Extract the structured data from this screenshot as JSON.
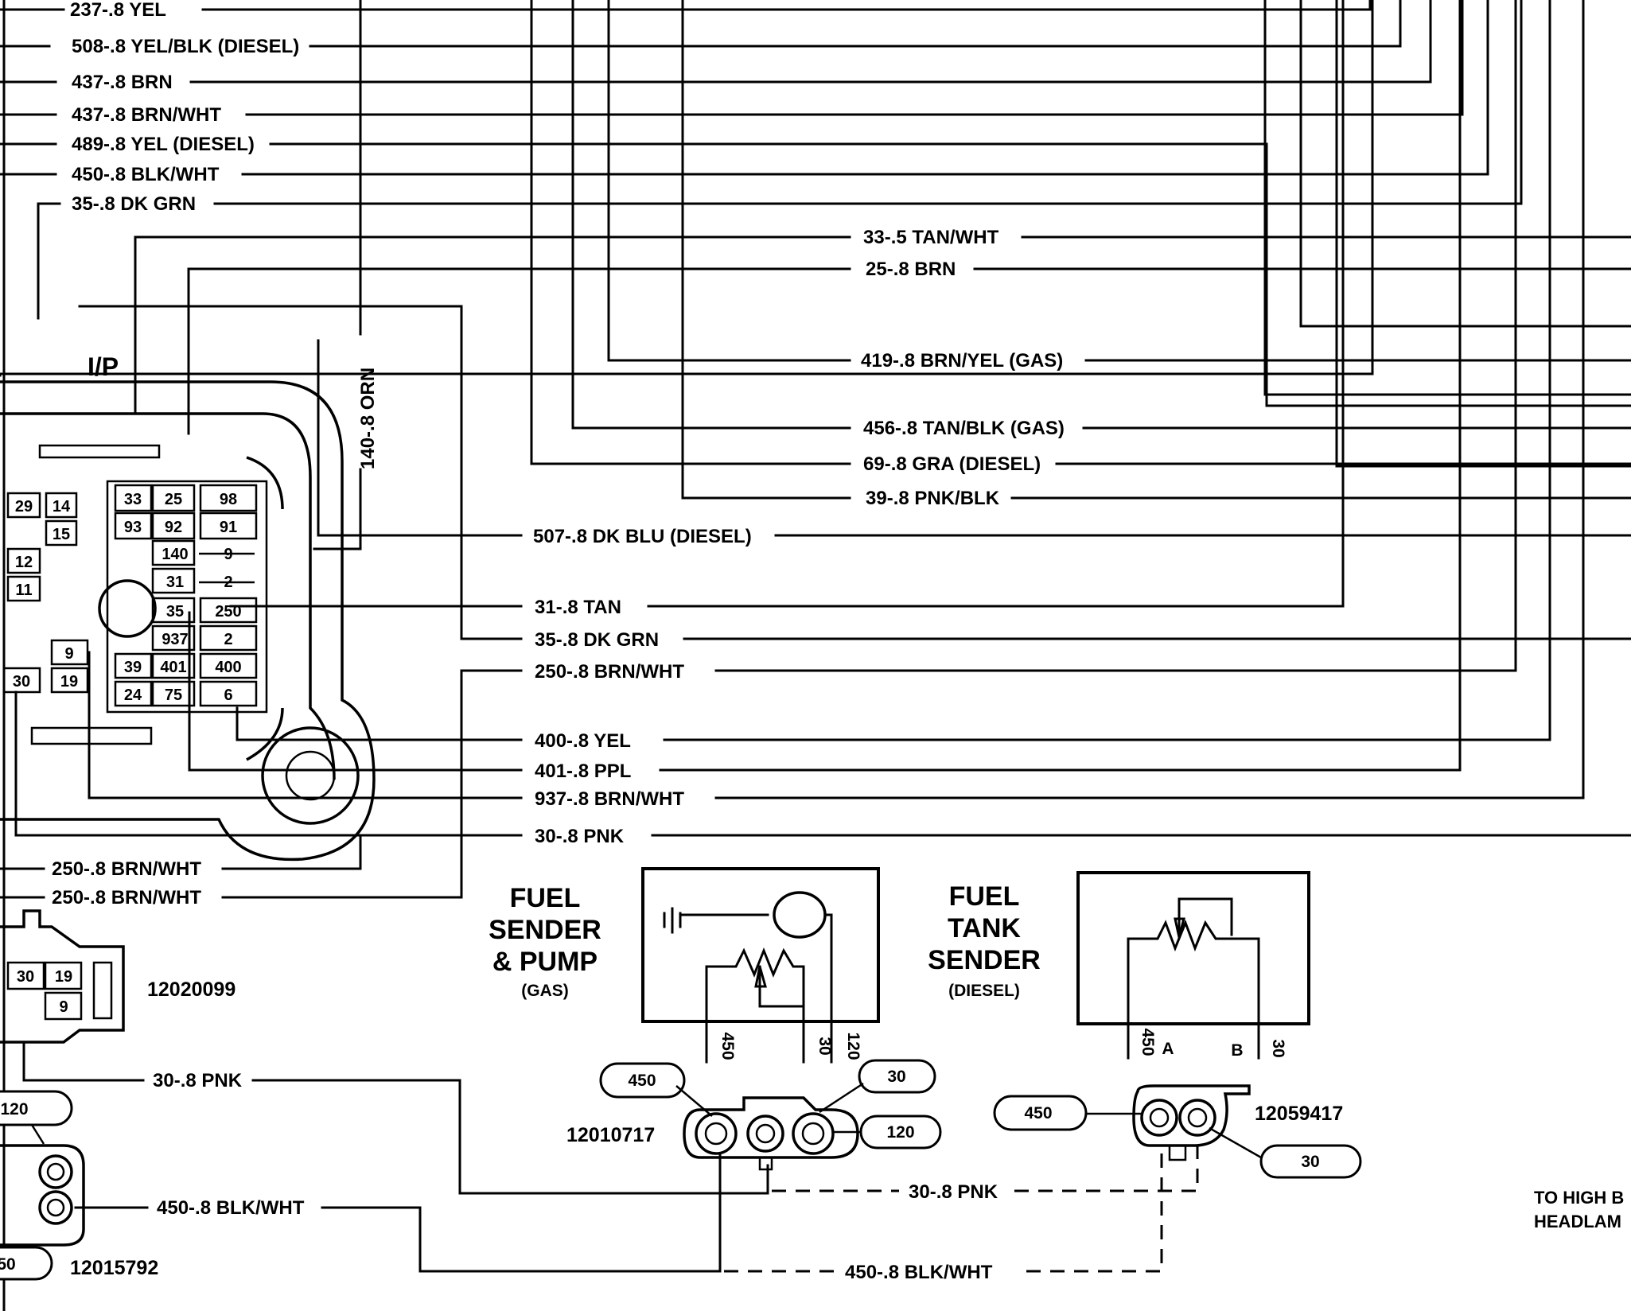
{
  "wires_top": [
    "237-.8 YEL",
    "508-.8 YEL/BLK (DIESEL)",
    "437-.8 BRN",
    "437-.8 BRN/WHT",
    "489-.8 YEL (DIESEL)",
    "450-.8 BLK/WHT",
    "35-.8 DK GRN"
  ],
  "wires_middle": [
    "33-.5 TAN/WHT",
    "25-.8 BRN",
    "419-.8 BRN/YEL (GAS)",
    "456-.8 TAN/BLK (GAS)",
    "69-.8 GRA (DIESEL)",
    "39-.8 PNK/BLK"
  ],
  "wires_right": [
    "507-.8 DK BLU (DIESEL)",
    "31-.8 TAN",
    "35-.8 DK GRN",
    "250-.8 BRN/WHT",
    "400-.8 YEL",
    "401-.8 PPL",
    "937-.8 BRN/WHT",
    "30-.8 PNK"
  ],
  "wires_lower_left": [
    "250-.8 BRN/WHT",
    "250-.8 BRN/WHT"
  ],
  "vertical_wire": "140-.8 ORN",
  "ip_label": "I/P",
  "fuse_block": {
    "grid": [
      [
        "33",
        "25",
        "98"
      ],
      [
        "93",
        "92",
        "91"
      ],
      [
        "140",
        "9"
      ],
      [
        "31",
        "2"
      ],
      [
        "35",
        "250"
      ],
      [
        "937",
        "2"
      ],
      [
        "39",
        "401",
        "400"
      ],
      [
        "24",
        "75",
        "6"
      ]
    ],
    "left_cells": [
      "29",
      "14",
      "15",
      "12",
      "11",
      "9",
      "30",
      "19"
    ]
  },
  "connector_12020099": {
    "part": "12020099",
    "cavities": [
      "30",
      "19",
      "9"
    ]
  },
  "connector_12015792": {
    "part": "12015792",
    "callouts": [
      "120",
      "50"
    ]
  },
  "wire_30_pnk_bottom": "30-.8 PNK",
  "wire_450_blkwht_bottom": "450-.8 BLK/WHT",
  "fuel_sender_pump": {
    "title_lines": [
      "FUEL",
      "SENDER",
      "& PUMP"
    ],
    "subtitle": "(GAS)",
    "pins": [
      "450",
      "30",
      "120"
    ],
    "connector_part": "12010717",
    "callouts": [
      "450",
      "30",
      "120"
    ]
  },
  "fuel_tank_sender": {
    "title_lines": [
      "FUEL",
      "TANK",
      "SENDER"
    ],
    "subtitle": "(DIESEL)",
    "pins": [
      "450",
      "A",
      "B",
      "30"
    ],
    "connector_part": "12059417",
    "callouts": [
      "450",
      "30"
    ]
  },
  "dashed_wires": [
    "30-.8 PNK",
    "450-.8 BLK/WHT"
  ],
  "footer_note": [
    "TO HIGH B",
    "HEADLAM"
  ]
}
